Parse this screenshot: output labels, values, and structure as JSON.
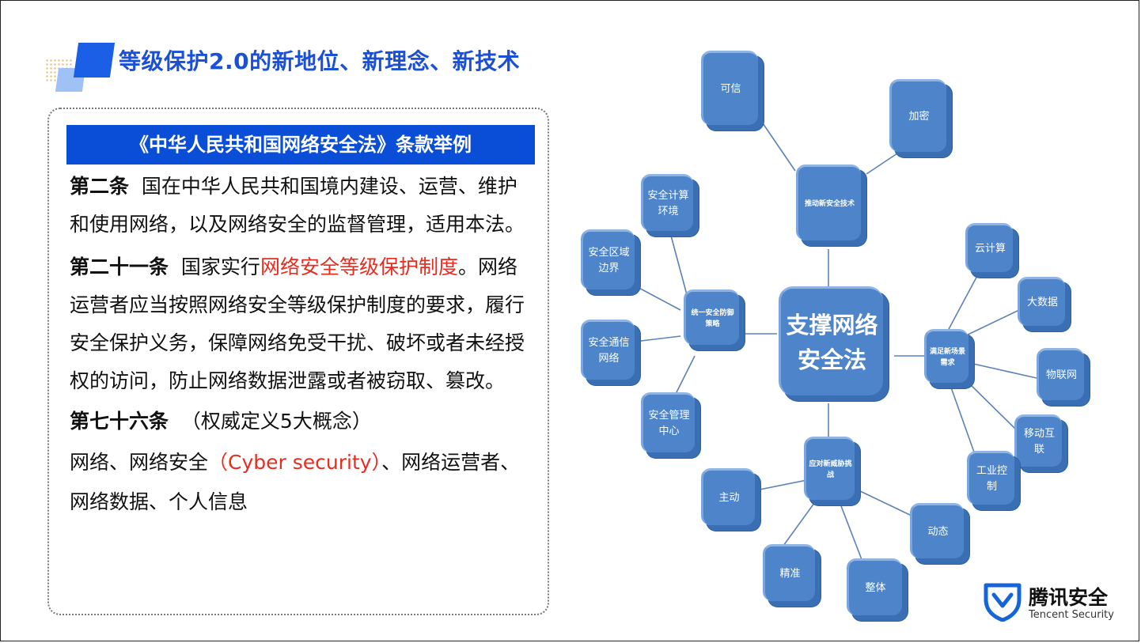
{
  "title": "等级保护2.0的新地位、新理念、新技术",
  "banner": "《中华人民共和国网络安全法》条款举例",
  "articles": {
    "a2_title": "第二条",
    "a2_text": "国在中华人民共和国境内建设、运营、维护和使用网络，以及网络安全的监督管理，适用本法。",
    "a21_title": "第二十一条",
    "a21_pre": "国家实行",
    "a21_red": "网络安全等级保护制度",
    "a21_post": "。网络运营者应当按照网络安全等级保护制度的要求，履行安全保护义务，保障网络免受干扰、破坏或者未经授权的访问，防止网络数据泄露或者被窃取、篡改。",
    "a76_title": "第七十六条",
    "a76_text": "（权威定义5大概念）",
    "a76_pre": "网络、网络安全",
    "a76_red": "（Cyber security）",
    "a76_post": "、网络运营者、网络数据、个人信息"
  },
  "diagram": {
    "center": [
      "支撑网络",
      "安全法"
    ],
    "top_hub": "推动新安全技术",
    "left_hub": "统一安全防御策略",
    "right_hub": "满足新场景需求",
    "bottom_hub": "应对新威胁挑战",
    "top_leaves": [
      "可信",
      "加密"
    ],
    "left_leaves": [
      [
        "安全计算",
        "环境"
      ],
      [
        "安全区域",
        "边界"
      ],
      [
        "安全通信",
        "网络"
      ],
      [
        "安全管理",
        "中心"
      ]
    ],
    "right_leaves": [
      [
        "云计算"
      ],
      [
        "大数据"
      ],
      [
        "物联网"
      ],
      [
        "移动互",
        "联"
      ],
      [
        "工业控",
        "制"
      ]
    ],
    "bottom_leaves": [
      "主动",
      "精准",
      "整体",
      "动态"
    ]
  },
  "logo": {
    "cn": "腾讯安全",
    "en": "Tencent Security",
    "color": "#1565d8"
  }
}
